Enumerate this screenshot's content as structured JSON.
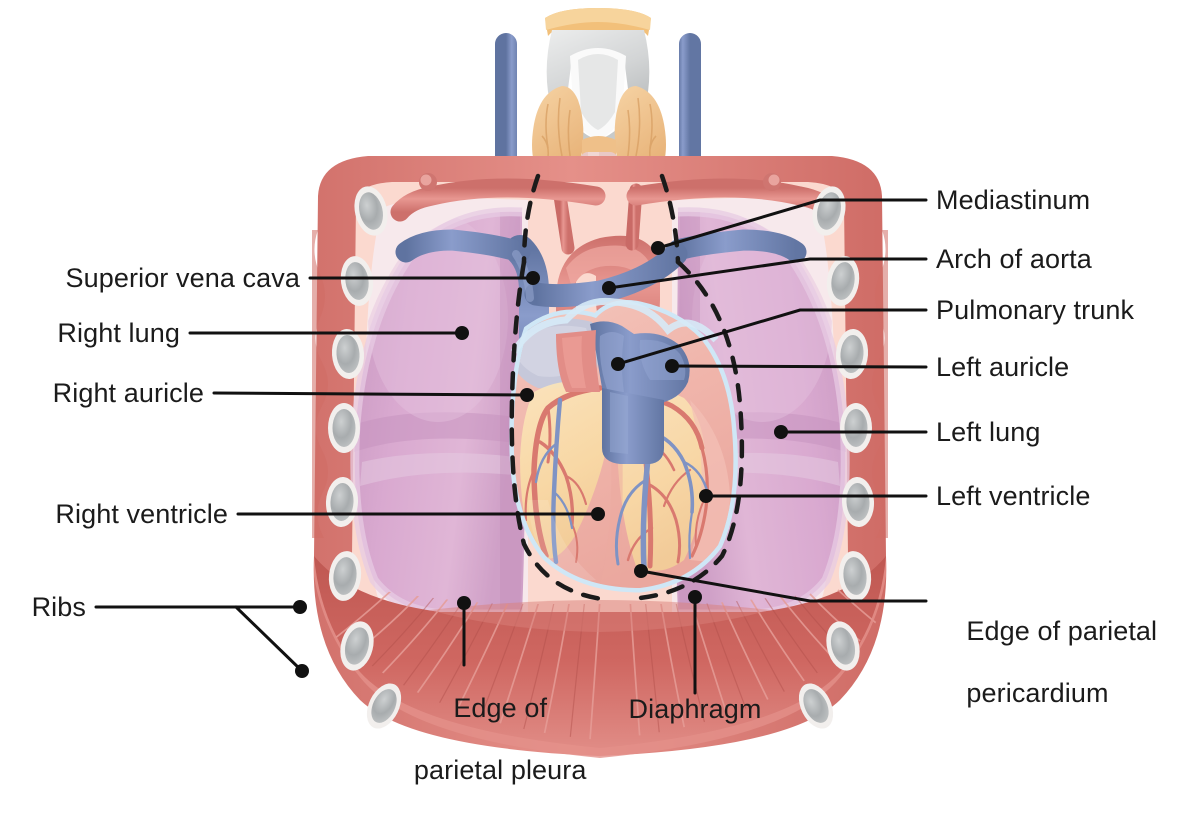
{
  "diagram": {
    "title": "Anatomy of the thorax: heart, lungs, pleura and pericardium (anterior view)",
    "background_color": "#ffffff",
    "text_color": "#1b1b1b",
    "leader_color": "#111111"
  },
  "palette": {
    "chest_wall": "#e08a84",
    "chest_wall_dark": "#c8645f",
    "rib_fill": "#b9bcbd",
    "rib_halo": "#f0eeec",
    "parietal_pleura": "#fbd9cf",
    "pleural_cavity": "#f7e6ea",
    "lung": "#d3a3c9",
    "lung_light": "#e3c2dc",
    "lung_shadow": "#c18fb9",
    "artery": "#de8480",
    "artery_dark": "#c9605c",
    "vein": "#7f93c4",
    "vein_dark": "#62769f",
    "myocardium": "#f0b7ad",
    "epicardial_fat": "#f8dcaa",
    "pericardium_serous": "#cfe4f2",
    "diaphragm": "#c9615c",
    "diaphragm_light": "#d9807a",
    "thyroid": "#f0c48d",
    "cartilage": "#d8dada",
    "hyoid": "#f2c07a",
    "trachea": "#e8c4c2"
  },
  "labels": {
    "left": [
      {
        "id": "superior-vena-cava",
        "text": "Superior vena cava"
      },
      {
        "id": "right-lung",
        "text": "Right lung"
      },
      {
        "id": "right-auricle",
        "text": "Right auricle"
      },
      {
        "id": "right-ventricle",
        "text": "Right ventricle"
      },
      {
        "id": "ribs",
        "text": "Ribs"
      }
    ],
    "right": [
      {
        "id": "mediastinum",
        "text": "Mediastinum"
      },
      {
        "id": "arch-of-aorta",
        "text": "Arch of aorta"
      },
      {
        "id": "pulmonary-trunk",
        "text": "Pulmonary trunk"
      },
      {
        "id": "left-auricle",
        "text": "Left auricle"
      },
      {
        "id": "left-lung",
        "text": "Left lung"
      },
      {
        "id": "left-ventricle",
        "text": "Left ventricle"
      },
      {
        "id": "edge-of-parietal-pericardium",
        "text": "Edge of parietal\npericardium"
      }
    ],
    "bottom": [
      {
        "id": "edge-of-parietal-pleura",
        "text": "Edge of\nparietal pleura"
      },
      {
        "id": "diaphragm",
        "text": "Diaphragm"
      }
    ]
  },
  "label_text": {
    "superior_vena_cava": "Superior vena cava",
    "right_lung": "Right lung",
    "right_auricle": "Right auricle",
    "right_ventricle": "Right ventricle",
    "ribs": "Ribs",
    "mediastinum": "Mediastinum",
    "arch_of_aorta": "Arch of aorta",
    "pulmonary_trunk": "Pulmonary trunk",
    "left_auricle": "Left auricle",
    "left_lung": "Left lung",
    "left_ventricle": "Left ventricle",
    "edge_of_parietal_pericardium_1": "Edge of parietal",
    "edge_of_parietal_pericardium_2": "pericardium",
    "edge_of_parietal_pleura_1": "Edge of",
    "edge_of_parietal_pleura_2": "parietal pleura",
    "diaphragm": "Diaphragm"
  },
  "structures": [
    {
      "id": "larynx",
      "name": "Larynx / thyroid cartilage"
    },
    {
      "id": "hyoid",
      "name": "Hyoid bone"
    },
    {
      "id": "thyroid-gland",
      "name": "Thyroid gland"
    },
    {
      "id": "trachea",
      "name": "Trachea"
    },
    {
      "id": "internal-jugular-veins",
      "name": "Internal jugular veins"
    },
    {
      "id": "common-carotid-arteries",
      "name": "Common carotid arteries"
    },
    {
      "id": "subclavian-vessels",
      "name": "Subclavian vessels"
    },
    {
      "id": "superior-vena-cava",
      "name": "Superior vena cava"
    },
    {
      "id": "brachiocephalic-veins",
      "name": "Brachiocephalic veins"
    },
    {
      "id": "aortic-arch",
      "name": "Arch of aorta"
    },
    {
      "id": "pulmonary-trunk",
      "name": "Pulmonary trunk"
    },
    {
      "id": "right-auricle",
      "name": "Right auricle"
    },
    {
      "id": "left-auricle",
      "name": "Left auricle"
    },
    {
      "id": "right-ventricle",
      "name": "Right ventricle"
    },
    {
      "id": "left-ventricle",
      "name": "Left ventricle"
    },
    {
      "id": "coronary-vessels",
      "name": "Coronary arteries and veins"
    },
    {
      "id": "right-lung",
      "name": "Right lung"
    },
    {
      "id": "left-lung",
      "name": "Left lung"
    },
    {
      "id": "ribs",
      "name": "Ribs (cross sections)"
    },
    {
      "id": "parietal-pleura",
      "name": "Parietal pleura"
    },
    {
      "id": "parietal-pericardium",
      "name": "Parietal pericardium (dashed outline)"
    },
    {
      "id": "diaphragm",
      "name": "Diaphragm"
    },
    {
      "id": "mediastinum",
      "name": "Mediastinum (dashed boundary)"
    }
  ]
}
